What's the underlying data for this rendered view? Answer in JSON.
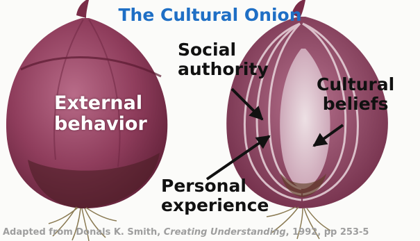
{
  "slide": {
    "title": "The Cultural Onion",
    "labels": {
      "external": [
        "External",
        "behavior"
      ],
      "social": [
        "Social",
        "authority"
      ],
      "cultural": [
        "Cultural",
        "beliefs"
      ],
      "personal": [
        "Personal",
        "experience"
      ]
    },
    "caption": {
      "prefix": "Adapted from Donals K. Smith, ",
      "book": "Creating Understanding",
      "suffix": ", 1992, pp 253-5"
    }
  },
  "colors": {
    "title": "#1f6fc5",
    "onion_skin": "#8a3a57",
    "onion_inner": "#c9a0b3",
    "root": "#8a7a52",
    "caption": "#9e9e9e"
  },
  "icons": [
    "whole-onion",
    "halved-onion",
    "arrow"
  ]
}
